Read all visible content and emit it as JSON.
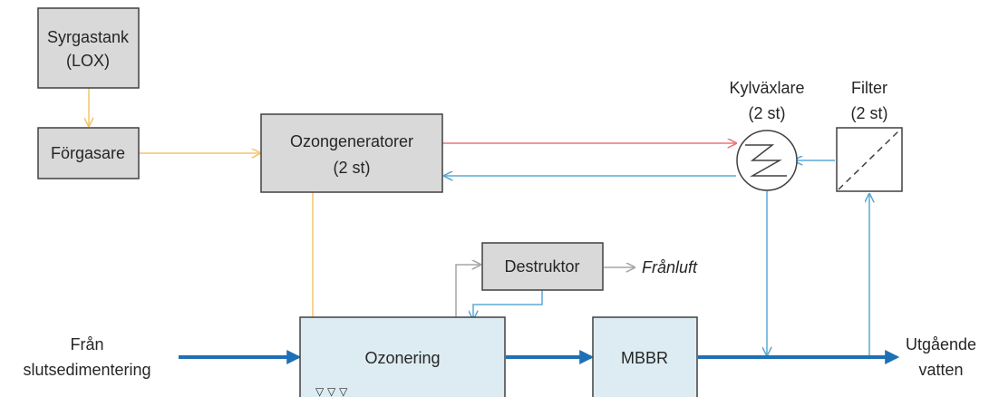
{
  "colors": {
    "box_gray": "#d9d9d9",
    "box_light_blue": "#dcecf2",
    "oxygen_line": "#f2c66b",
    "ozone_line": "#e8767a",
    "cooling_line": "#5aa9d6",
    "offgas_line": "#a6a6a6",
    "main_flow": "#1f6fb5"
  },
  "boxes": {
    "syrgastank": {
      "line1": "Syrgastank",
      "line2": "(LOX)"
    },
    "forgasare": {
      "label": "Förgasare"
    },
    "ozongeneratorer": {
      "line1": "Ozongeneratorer",
      "line2": "(2 st)"
    },
    "destruktor": {
      "label": "Destruktor"
    },
    "ozonering": {
      "label": "Ozonering",
      "diffusers": "▽ ▽ ▽"
    },
    "mbbr": {
      "label": "MBBR"
    }
  },
  "components": {
    "kylvaxlare": {
      "line1": "Kylväxlare",
      "line2": "(2 st)"
    },
    "filter": {
      "line1": "Filter",
      "line2": "(2 st)"
    }
  },
  "labels": {
    "franluft": "Frånluft",
    "inlet_line1": "Från",
    "inlet_line2": "slutsedimentering",
    "outlet_line1": "Utgående",
    "outlet_line2": "vatten"
  }
}
